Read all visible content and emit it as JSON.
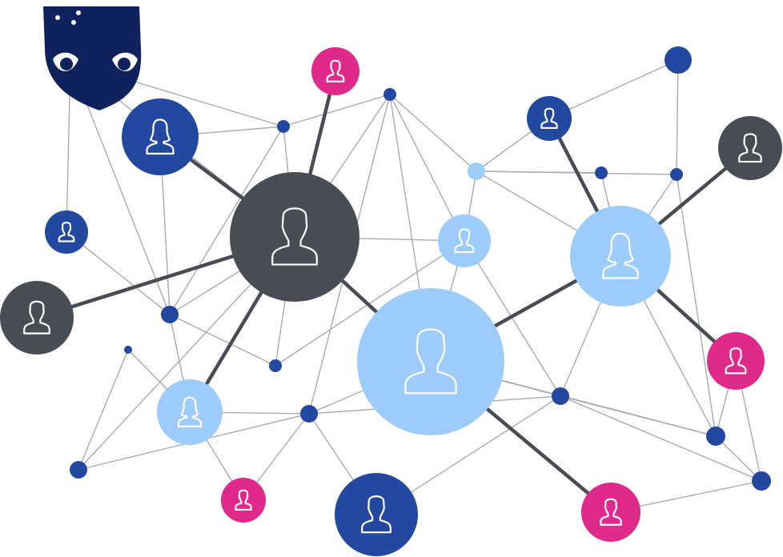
{
  "colors": {
    "background": "#ffffff",
    "edge_thin": "#a9abaf",
    "edge_thick": "#474c54",
    "dark_gray": "#484d55",
    "navy": "#2348a0",
    "light_blue": "#9dcbfa",
    "magenta": "#df2a8b",
    "mask": "#0f225e",
    "icon_stroke": "#ffffff"
  },
  "icons": {
    "male": "user-male-icon",
    "female": "user-female-icon",
    "mask": "masked-intruder-icon"
  },
  "nodes": [
    {
      "id": "center-gray",
      "type": "user",
      "gender": "male",
      "color": "dark_gray"
    },
    {
      "id": "center-lightblue",
      "type": "user",
      "gender": "male",
      "color": "light_blue"
    },
    {
      "id": "right-lightblue-female",
      "type": "user",
      "gender": "female",
      "color": "light_blue"
    },
    {
      "id": "left-navy-female",
      "type": "user",
      "gender": "female",
      "color": "navy"
    },
    {
      "id": "left-gray",
      "type": "user",
      "gender": "male",
      "color": "dark_gray"
    },
    {
      "id": "bottom-lightblue-female",
      "type": "user",
      "gender": "female",
      "color": "light_blue"
    },
    {
      "id": "small-lightblue",
      "type": "user",
      "gender": "male",
      "color": "light_blue"
    },
    {
      "id": "bottom-navy",
      "type": "user",
      "gender": "male",
      "color": "navy"
    },
    {
      "id": "top-magenta",
      "type": "user",
      "gender": "male",
      "color": "magenta"
    },
    {
      "id": "topright-navy",
      "type": "user",
      "gender": "male",
      "color": "navy"
    },
    {
      "id": "right-gray",
      "type": "user",
      "gender": "male",
      "color": "dark_gray"
    },
    {
      "id": "left-small-navy",
      "type": "user",
      "gender": "male",
      "color": "navy"
    },
    {
      "id": "right-magenta",
      "type": "user",
      "gender": "male",
      "color": "magenta"
    },
    {
      "id": "bottomright-magenta",
      "type": "user",
      "gender": "male",
      "color": "magenta"
    },
    {
      "id": "bottom-magenta",
      "type": "user",
      "gender": "male",
      "color": "magenta"
    },
    {
      "id": "intruder",
      "type": "mask",
      "color": "mask"
    }
  ]
}
